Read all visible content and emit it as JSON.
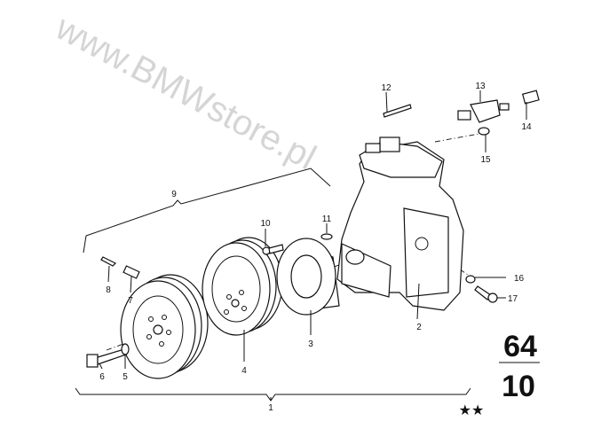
{
  "diagram": {
    "labels": [
      "1",
      "2",
      "3",
      "4",
      "5",
      "6",
      "7",
      "8",
      "9",
      "10",
      "11",
      "12",
      "13",
      "14",
      "15",
      "16",
      "17"
    ],
    "page_group": "64",
    "page_number": "10",
    "stars": "★★",
    "watermark": "www.BMWstore.pl"
  }
}
